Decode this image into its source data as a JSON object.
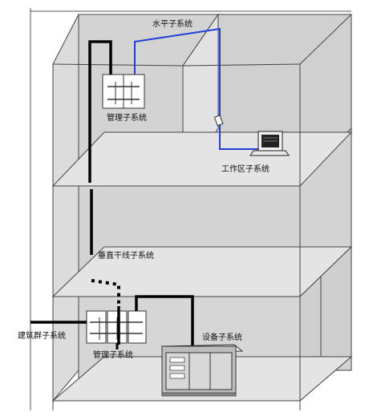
{
  "labels": {
    "horizontal": "水平子系统",
    "admin_upper": "管理子系统",
    "work_area": "工作区子系统",
    "vertical_backbone": "垂直干线子系统",
    "building_group": "建筑群子系统",
    "admin_lower": "管理子系统",
    "equipment": "设备子系统"
  },
  "colors": {
    "horizontal_cable": "#1f3fd6",
    "backbone_cable": "#000000",
    "wall_shade": "#d3d3d3",
    "floor_shade": "#e4e4e4",
    "outline": "#444444"
  }
}
